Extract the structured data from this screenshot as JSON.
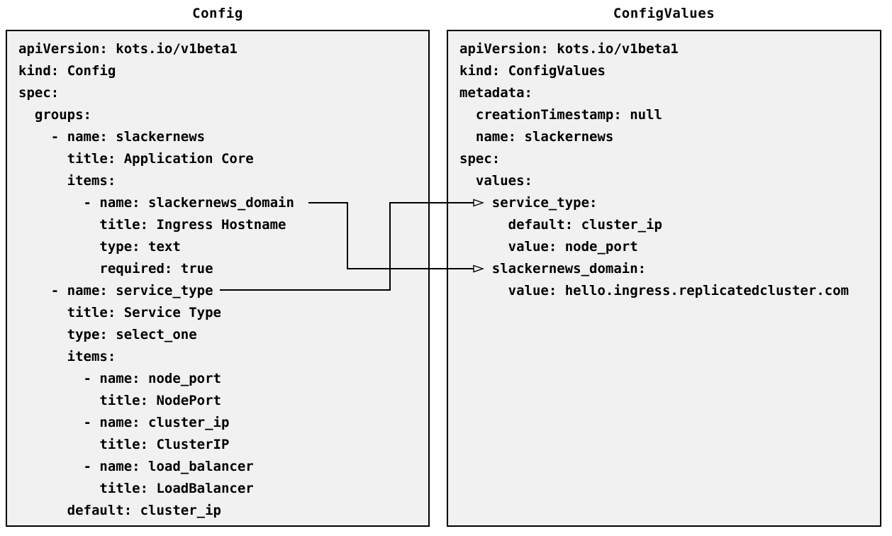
{
  "left_panel": {
    "title": "Config",
    "lines": [
      "apiVersion: kots.io/v1beta1",
      "kind: Config",
      "spec:",
      "  groups:",
      "    - name: slackernews",
      "      title: Application Core",
      "      items:",
      "        - name: slackernews_domain",
      "          title: Ingress Hostname",
      "          type: text",
      "          required: true",
      "    - name: service_type",
      "      title: Service Type",
      "      type: select_one",
      "      items:",
      "        - name: node_port",
      "          title: NodePort",
      "        - name: cluster_ip",
      "          title: ClusterIP",
      "        - name: load_balancer",
      "          title: LoadBalancer",
      "      default: cluster_ip"
    ]
  },
  "right_panel": {
    "title": "ConfigValues",
    "lines": [
      "apiVersion: kots.io/v1beta1",
      "kind: ConfigValues",
      "metadata:",
      "  creationTimestamp: null",
      "  name: slackernews",
      "spec:",
      "  values:",
      "    service_type:",
      "      default: cluster_ip",
      "      value: node_port",
      "    slackernews_domain:",
      "      value: hello.ingress.replicatedcluster.com"
    ]
  },
  "connections": [
    {
      "from": "Config items slackernews_domain",
      "to": "ConfigValues values slackernews_domain"
    },
    {
      "from": "Config items service_type",
      "to": "ConfigValues values service_type"
    }
  ],
  "colors": {
    "panel_bg": "#f1f1f1",
    "border": "#000000",
    "text": "#000000",
    "connector": "#000000",
    "page_bg": "#ffffff"
  }
}
